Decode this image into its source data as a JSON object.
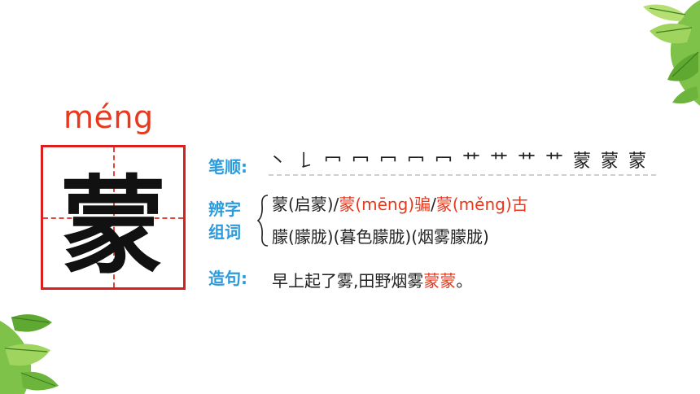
{
  "pinyin": "méng",
  "character": "蒙",
  "labels": {
    "stroke_order": "笔顺:",
    "bian": "辨字",
    "zu": "组词",
    "sentence": "造句:"
  },
  "stroke_steps": [
    "丶",
    "𠄌",
    "冖",
    "冖",
    "冖",
    "冖",
    "冖",
    "艹",
    "艹",
    "艹",
    "艹",
    "蒙",
    "蒙",
    "蒙"
  ],
  "word_line_1": {
    "a": "蒙",
    "b": "(启蒙)/",
    "c": "蒙",
    "d": "(mēng)",
    "e": "骗",
    "f": "/",
    "g": "蒙",
    "h": "(měng)",
    "i": "古"
  },
  "word_line_2": "朦(朦胧)(暮色朦胧)(烟雾朦胧)",
  "sentence": {
    "prefix": "早上起了雾,田野烟雾",
    "highlight": "蒙蒙",
    "suffix": "。"
  },
  "colors": {
    "accent_red": "#e8391d",
    "label_blue": "#2a9bdc",
    "box_red": "#d9201f"
  }
}
